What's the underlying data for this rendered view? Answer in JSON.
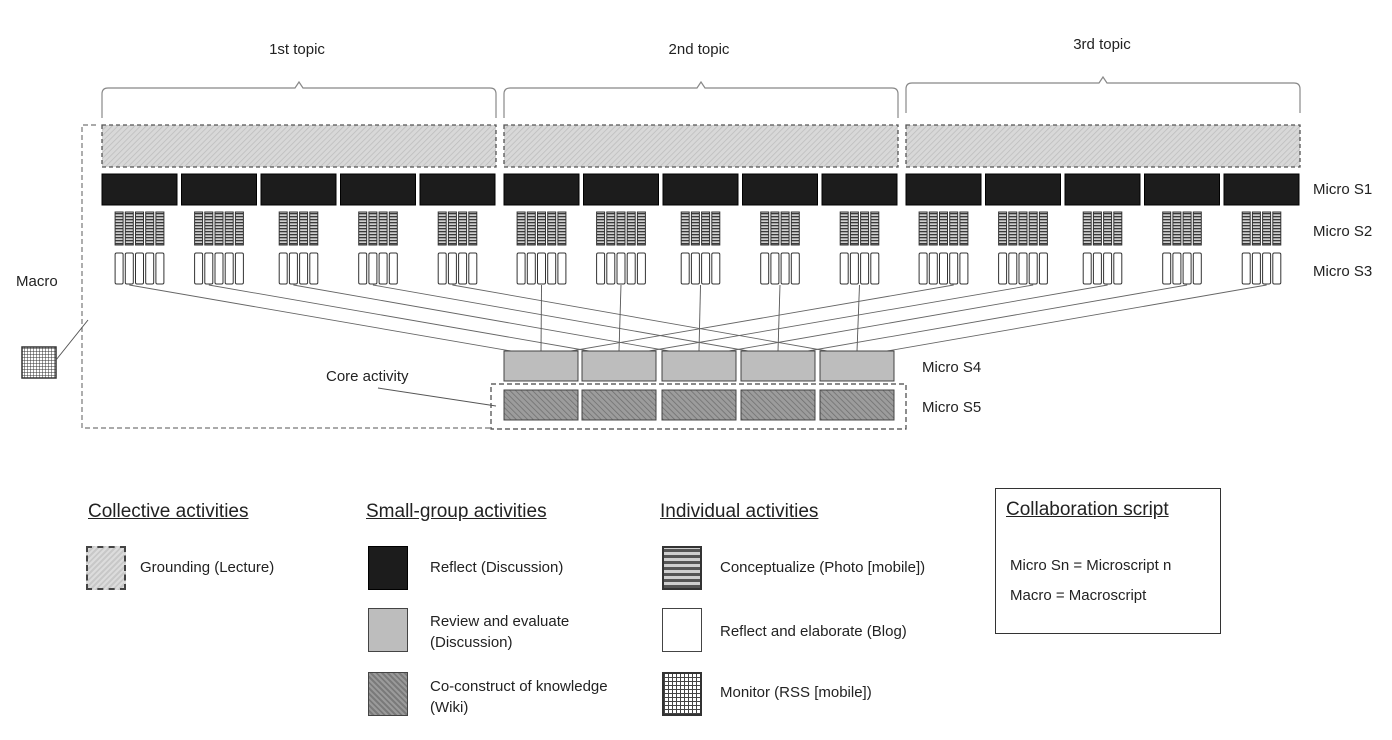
{
  "topics": [
    "1st topic",
    "2nd topic",
    "3rd topic"
  ],
  "row_labels": {
    "s1": "Micro S1",
    "s2": "Micro S2",
    "s3": "Micro S3",
    "s4": "Micro S4",
    "s5": "Micro S5"
  },
  "macro_label": "Macro",
  "core_activity_label": "Core activity",
  "legend": {
    "collective": {
      "heading": "Collective activities",
      "items": [
        {
          "label": "Grounding (Lecture)"
        }
      ]
    },
    "small_group": {
      "heading": "Small-group activities",
      "items": [
        {
          "label": "Reflect (Discussion)"
        },
        {
          "label": "Review and evaluate\n(Discussion)"
        },
        {
          "label": "Co-construct of knowledge\n(Wiki)"
        }
      ]
    },
    "individual": {
      "heading": "Individual activities",
      "items": [
        {
          "label": "Conceptualize (Photo [mobile])"
        },
        {
          "label": "Reflect and elaborate (Blog)"
        },
        {
          "label": "Monitor (RSS [mobile])"
        }
      ]
    }
  },
  "collaboration_script": {
    "title": "Collaboration script",
    "lines": [
      "Micro Sn = Microscript n",
      "Macro = Macroscript"
    ]
  },
  "structure": {
    "topics": 3,
    "groups_per_topic": 5,
    "members_per_group": [
      5,
      5,
      4,
      4,
      4
    ],
    "core_groups": 5
  }
}
